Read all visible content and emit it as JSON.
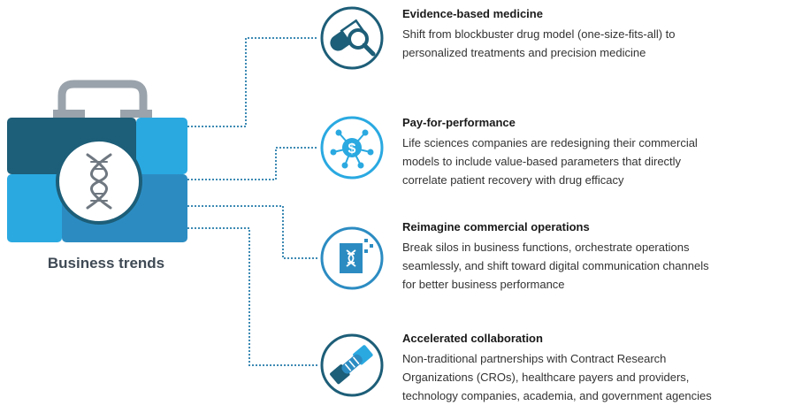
{
  "kit": {
    "label": "Business trends",
    "icon": "dna-helix-icon"
  },
  "colors": {
    "dark_teal": "#1d5e78",
    "mid_blue": "#2c8cc2",
    "light_blue": "#2aa9e1",
    "gray": "#9aa3ab",
    "connector": "#3d8ab3"
  },
  "trends": [
    {
      "title": "Evidence-based medicine",
      "description": "Shift from blockbuster drug model (one-size-fits-all) to\npersonalized treatments and precision medicine",
      "icon": "pill-magnifier-icon"
    },
    {
      "title": "Pay-for-performance",
      "description": "Life sciences companies are redesigning their commercial\nmodels to include value-based parameters that directly\ncorrelate patient recovery with drug efficacy",
      "icon": "dollar-network-icon"
    },
    {
      "title": "Reimagine commercial operations",
      "description": "Break silos in business functions, orchestrate operations\nseamlessly, and shift toward digital communication channels\nfor better business performance",
      "icon": "digital-dna-document-icon"
    },
    {
      "title": "Accelerated collaboration",
      "description": "Non-traditional partnerships with Contract Research\nOrganizations (CROs), healthcare payers and providers,\ntechnology companies, academia, and government agencies",
      "icon": "handshake-icon"
    }
  ]
}
